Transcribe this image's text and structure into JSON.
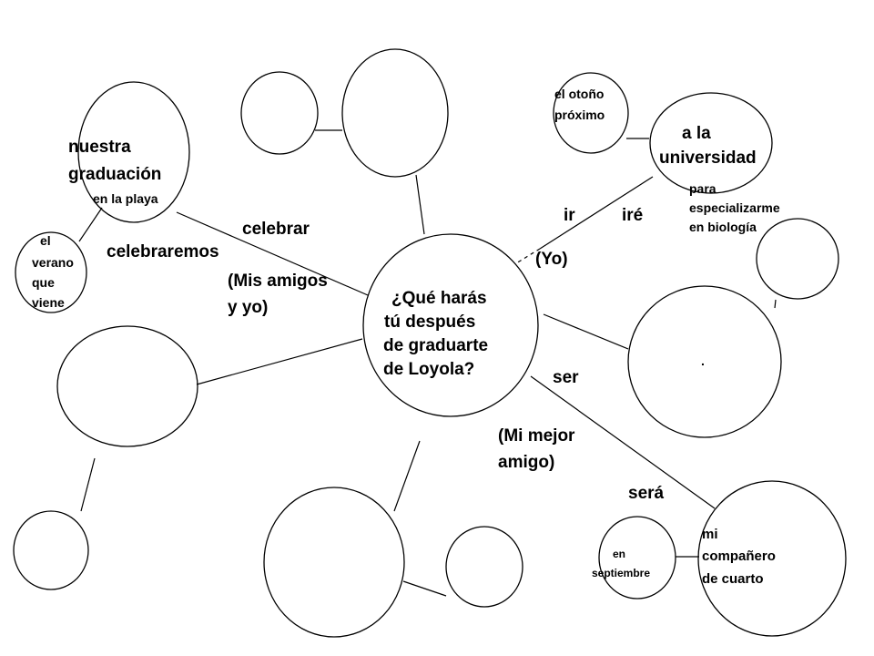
{
  "center": {
    "question_lines": [
      "¿Qué harás",
      "tú  después",
      "de graduarte",
      "de Loyola?"
    ]
  },
  "labels": {
    "nuestra_graduacion": [
      "nuestra",
      "graduación"
    ],
    "en_la_playa": "en la playa",
    "el_verano_que_viene": [
      "el",
      "verano",
      "que",
      "viene"
    ],
    "celebrar": "celebrar",
    "celebraremos": "celebraremos",
    "mis_amigos_y_yo": [
      "(Mis amigos",
      "y yo)"
    ],
    "el_otono_proximo": [
      "el otoño",
      "próximo"
    ],
    "a_la_universidad": [
      "a la",
      "universidad"
    ],
    "para_especializarme": [
      "para",
      "especializarme",
      "en biología"
    ],
    "ir": "ir",
    "ire": "iré",
    "yo": "(Yo)",
    "ser": "ser",
    "mi_mejor_amigo": [
      "(Mi mejor",
      "amigo)"
    ],
    "sera": "será",
    "en_septiembre": [
      "en",
      "septiembre"
    ],
    "mi_companero_de_cuarto": [
      "mi",
      "compañero",
      "de cuarto"
    ],
    "dot": "."
  }
}
